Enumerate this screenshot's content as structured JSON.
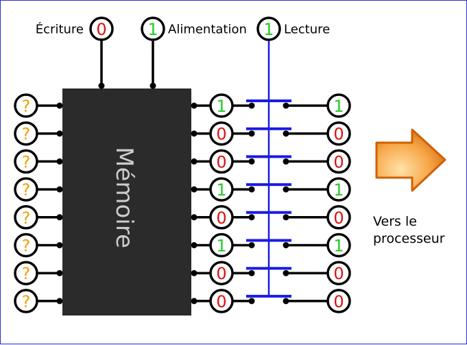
{
  "controls": {
    "write": {
      "label": "Écriture",
      "value": "0"
    },
    "power": {
      "label": "Alimentation",
      "value": "1"
    },
    "read": {
      "label": "Lecture",
      "value": "1"
    }
  },
  "memory": {
    "label": "Mémoire"
  },
  "inputs": [
    "?",
    "?",
    "?",
    "?",
    "?",
    "?",
    "?",
    "?"
  ],
  "stored": [
    "1",
    "0",
    "0",
    "1",
    "0",
    "1",
    "0",
    "0"
  ],
  "outputs": [
    "1",
    "0",
    "0",
    "1",
    "0",
    "1",
    "0",
    "0"
  ],
  "destination": {
    "line1": "Vers le",
    "line2": "processeur"
  },
  "colors": {
    "one": "#22cc22",
    "zero": "#dd1111",
    "unknown": "#f0a000",
    "read_line": "#1a1ae6",
    "memory_fill": "#2b2b2b",
    "memory_text": "#cccccc",
    "border": "#2a2ad6",
    "arrow_light": "#f8c060",
    "arrow_dark": "#d06000"
  },
  "icons": {
    "arrow": "orange-arrow-right-icon"
  }
}
